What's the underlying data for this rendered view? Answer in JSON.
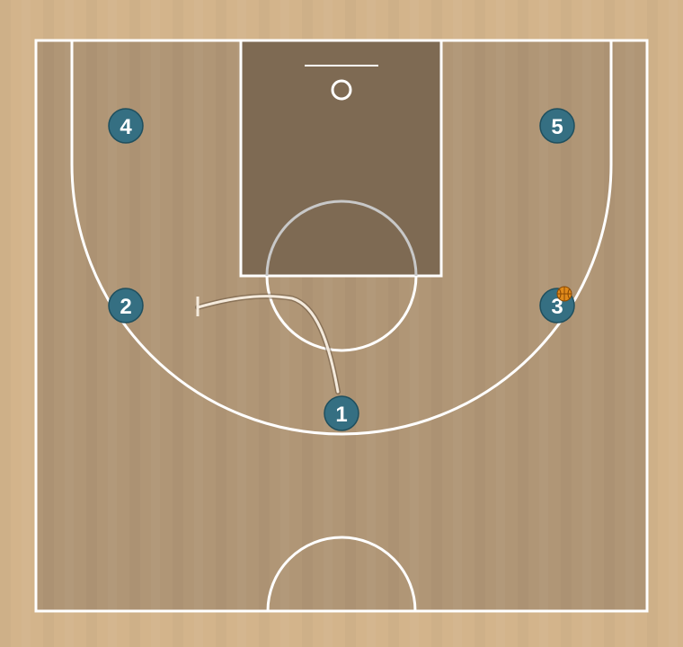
{
  "court": {
    "outer_color": "#d3b48b",
    "floor_color": "#b09676",
    "paint_color": "#7e6a53",
    "line_color": "#ffffff",
    "paint_circle_color": "#c8c8c8"
  },
  "players": [
    {
      "number": "4",
      "color": "#356f82"
    },
    {
      "number": "5",
      "color": "#356f82"
    },
    {
      "number": "2",
      "color": "#356f82"
    },
    {
      "number": "3",
      "color": "#356f82",
      "has_ball": true
    },
    {
      "number": "1",
      "color": "#356f82"
    }
  ],
  "ball": {
    "color": "#e08a1a"
  },
  "action": {
    "type": "dribble-screen",
    "color": "#f4eadc"
  }
}
